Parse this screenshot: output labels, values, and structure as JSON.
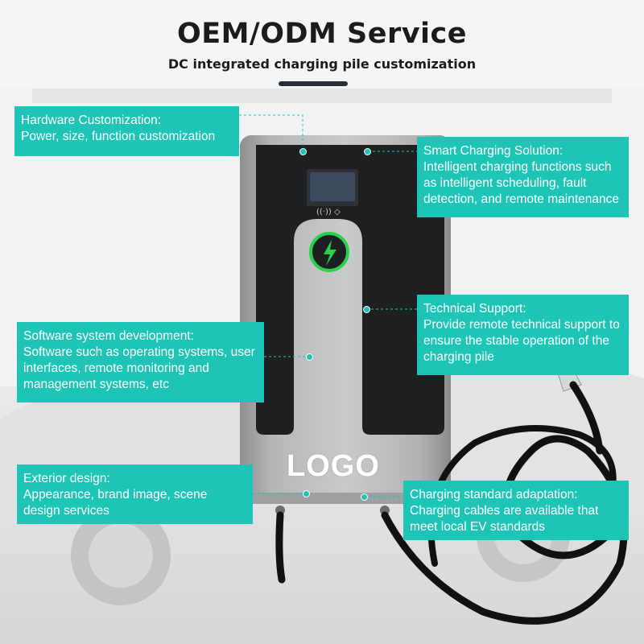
{
  "header": {
    "title": "OEM/ODM Service",
    "subtitle": "DC integrated charging pile customization"
  },
  "product": {
    "logo_text": "LOGO"
  },
  "callouts": [
    {
      "title": "Hardware Customization:",
      "body": "Power, size, function customization"
    },
    {
      "title": "Smart Charging Solution:",
      "body": "Intelligent charging functions such as intelligent scheduling, fault detection, and remote maintenance"
    },
    {
      "title": "Technical Support:",
      "body": "Provide remote technical support to ensure the stable operation of the charging pile"
    },
    {
      "title": "Software system development:",
      "body": "Software such as operating systems, user interfaces, remote monitoring and management systems, etc"
    },
    {
      "title": "Exterior design:",
      "body": "Appearance, brand image, scene design services"
    },
    {
      "title": "Charging standard adaptation:",
      "body": "Charging cables are available that meet local EV standards"
    }
  ],
  "colors": {
    "accent": "#1ec5b7",
    "housing": "#a9aaab",
    "panel": "#1e1f21",
    "charge_ring": "#2bd04a"
  }
}
